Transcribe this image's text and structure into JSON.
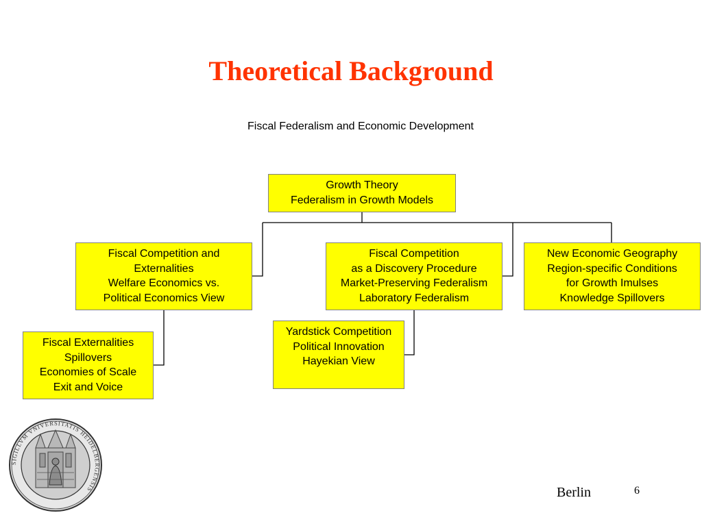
{
  "slide": {
    "title": "Theoretical Background",
    "subtitle": "Fiscal Federalism and Economic Development",
    "location": "Berlin",
    "page_number": "6"
  },
  "diagram": {
    "nodes": [
      {
        "id": "growth",
        "lines": [
          "Growth Theory",
          "Federalism in Growth Models"
        ]
      },
      {
        "id": "fiscal_competition_externalities",
        "lines": [
          "Fiscal Competition and",
          "Externalities",
          "Welfare Economics vs.",
          "Political Economics View"
        ]
      },
      {
        "id": "fiscal_competition_discovery",
        "lines": [
          "Fiscal Competition",
          "as a Discovery Procedure",
          "Market-Preserving Federalism",
          "Laboratory Federalism"
        ]
      },
      {
        "id": "new_economic_geography",
        "lines": [
          "New Economic Geography",
          "Region-specific Conditions",
          "for Growth Imulses",
          "Knowledge Spillovers"
        ]
      },
      {
        "id": "fiscal_externalities",
        "lines": [
          "Fiscal Externalities",
          "Spillovers",
          "Economies of Scale",
          "Exit and Voice"
        ]
      },
      {
        "id": "yardstick_competition",
        "lines": [
          "Yardstick Competition",
          "Political Innovation",
          "Hayekian View"
        ]
      }
    ],
    "edges": [
      {
        "from": "growth",
        "to": "fiscal_competition_externalities"
      },
      {
        "from": "growth",
        "to": "fiscal_competition_discovery"
      },
      {
        "from": "growth",
        "to": "new_economic_geography"
      },
      {
        "from": "fiscal_competition_externalities",
        "to": "fiscal_externalities"
      },
      {
        "from": "fiscal_competition_discovery",
        "to": "yardstick_competition"
      }
    ],
    "box_color": "#ffff00",
    "title_color": "#ff3300"
  },
  "logo": {
    "name": "university-seal",
    "text": "SIGILLVM VNIVERSITATIS HEIDELBERGENSIS"
  }
}
